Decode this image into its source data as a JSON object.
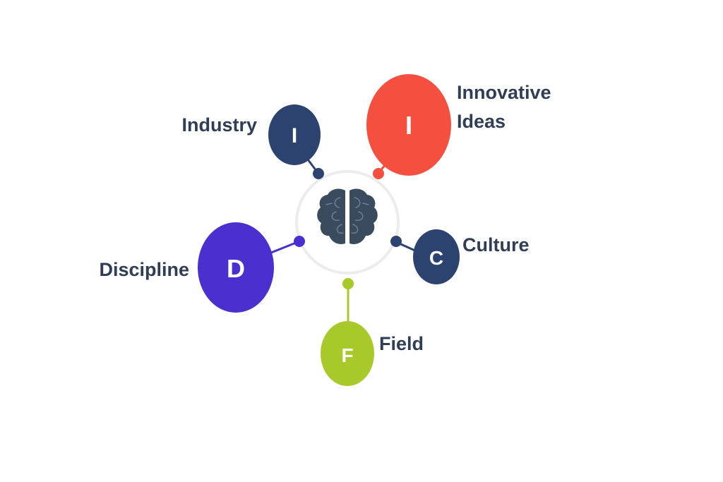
{
  "colors": {
    "navy": "#2c4370",
    "red": "#f5503f",
    "purple": "#4b2fcf",
    "lime": "#a8c92a",
    "brain": "#3a4b5e",
    "ring": "#ececec",
    "label": "#2f3d55"
  },
  "center": {
    "icon": "brain-icon"
  },
  "nodes": [
    {
      "id": "industry",
      "letter": "I",
      "label": [
        "Industry"
      ],
      "color": "navy"
    },
    {
      "id": "innovative-ideas",
      "letter": "I",
      "label": [
        "Innovative",
        "Ideas"
      ],
      "color": "red"
    },
    {
      "id": "culture",
      "letter": "C",
      "label": [
        "Culture"
      ],
      "color": "navy"
    },
    {
      "id": "field",
      "letter": "F",
      "label": [
        "Field"
      ],
      "color": "lime"
    },
    {
      "id": "discipline",
      "letter": "D",
      "label": [
        "Discipline"
      ],
      "color": "purple"
    }
  ]
}
